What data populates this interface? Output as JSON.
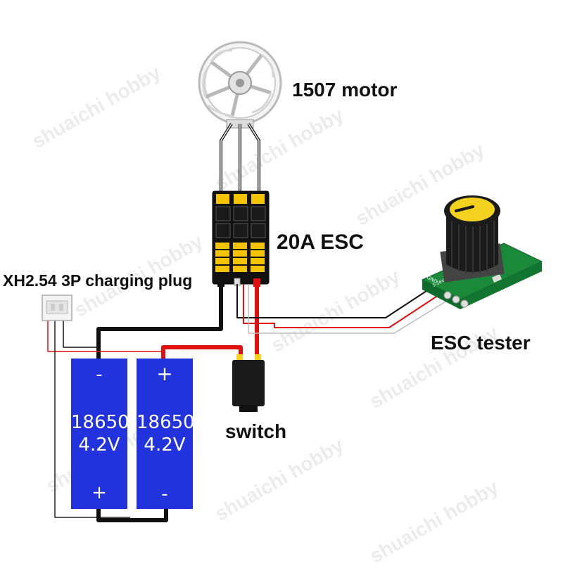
{
  "labels": {
    "motor": "1507 motor",
    "esc": "20A ESC",
    "plug": "XH2.54 3P charging plug",
    "tester": "ESC tester",
    "switch": "switch"
  },
  "batteries": [
    {
      "top_sign": "-",
      "model": "18650",
      "voltage": "4.2V",
      "bottom_sign": "+"
    },
    {
      "top_sign": "+",
      "model": "18650",
      "voltage": "4.2V",
      "bottom_sign": "-"
    }
  ],
  "tester_pcb_text": {
    "left": "GND",
    "pins": "5-26V SIG GND"
  },
  "watermark": "shuaichi hobby",
  "colors": {
    "battery": "#2233dd",
    "wire_red": "#e01010",
    "wire_black": "#111111",
    "pcb_green": "#1a8a3a",
    "knob_yellow": "#f2d21e",
    "esc_pad": "#f5c400"
  }
}
